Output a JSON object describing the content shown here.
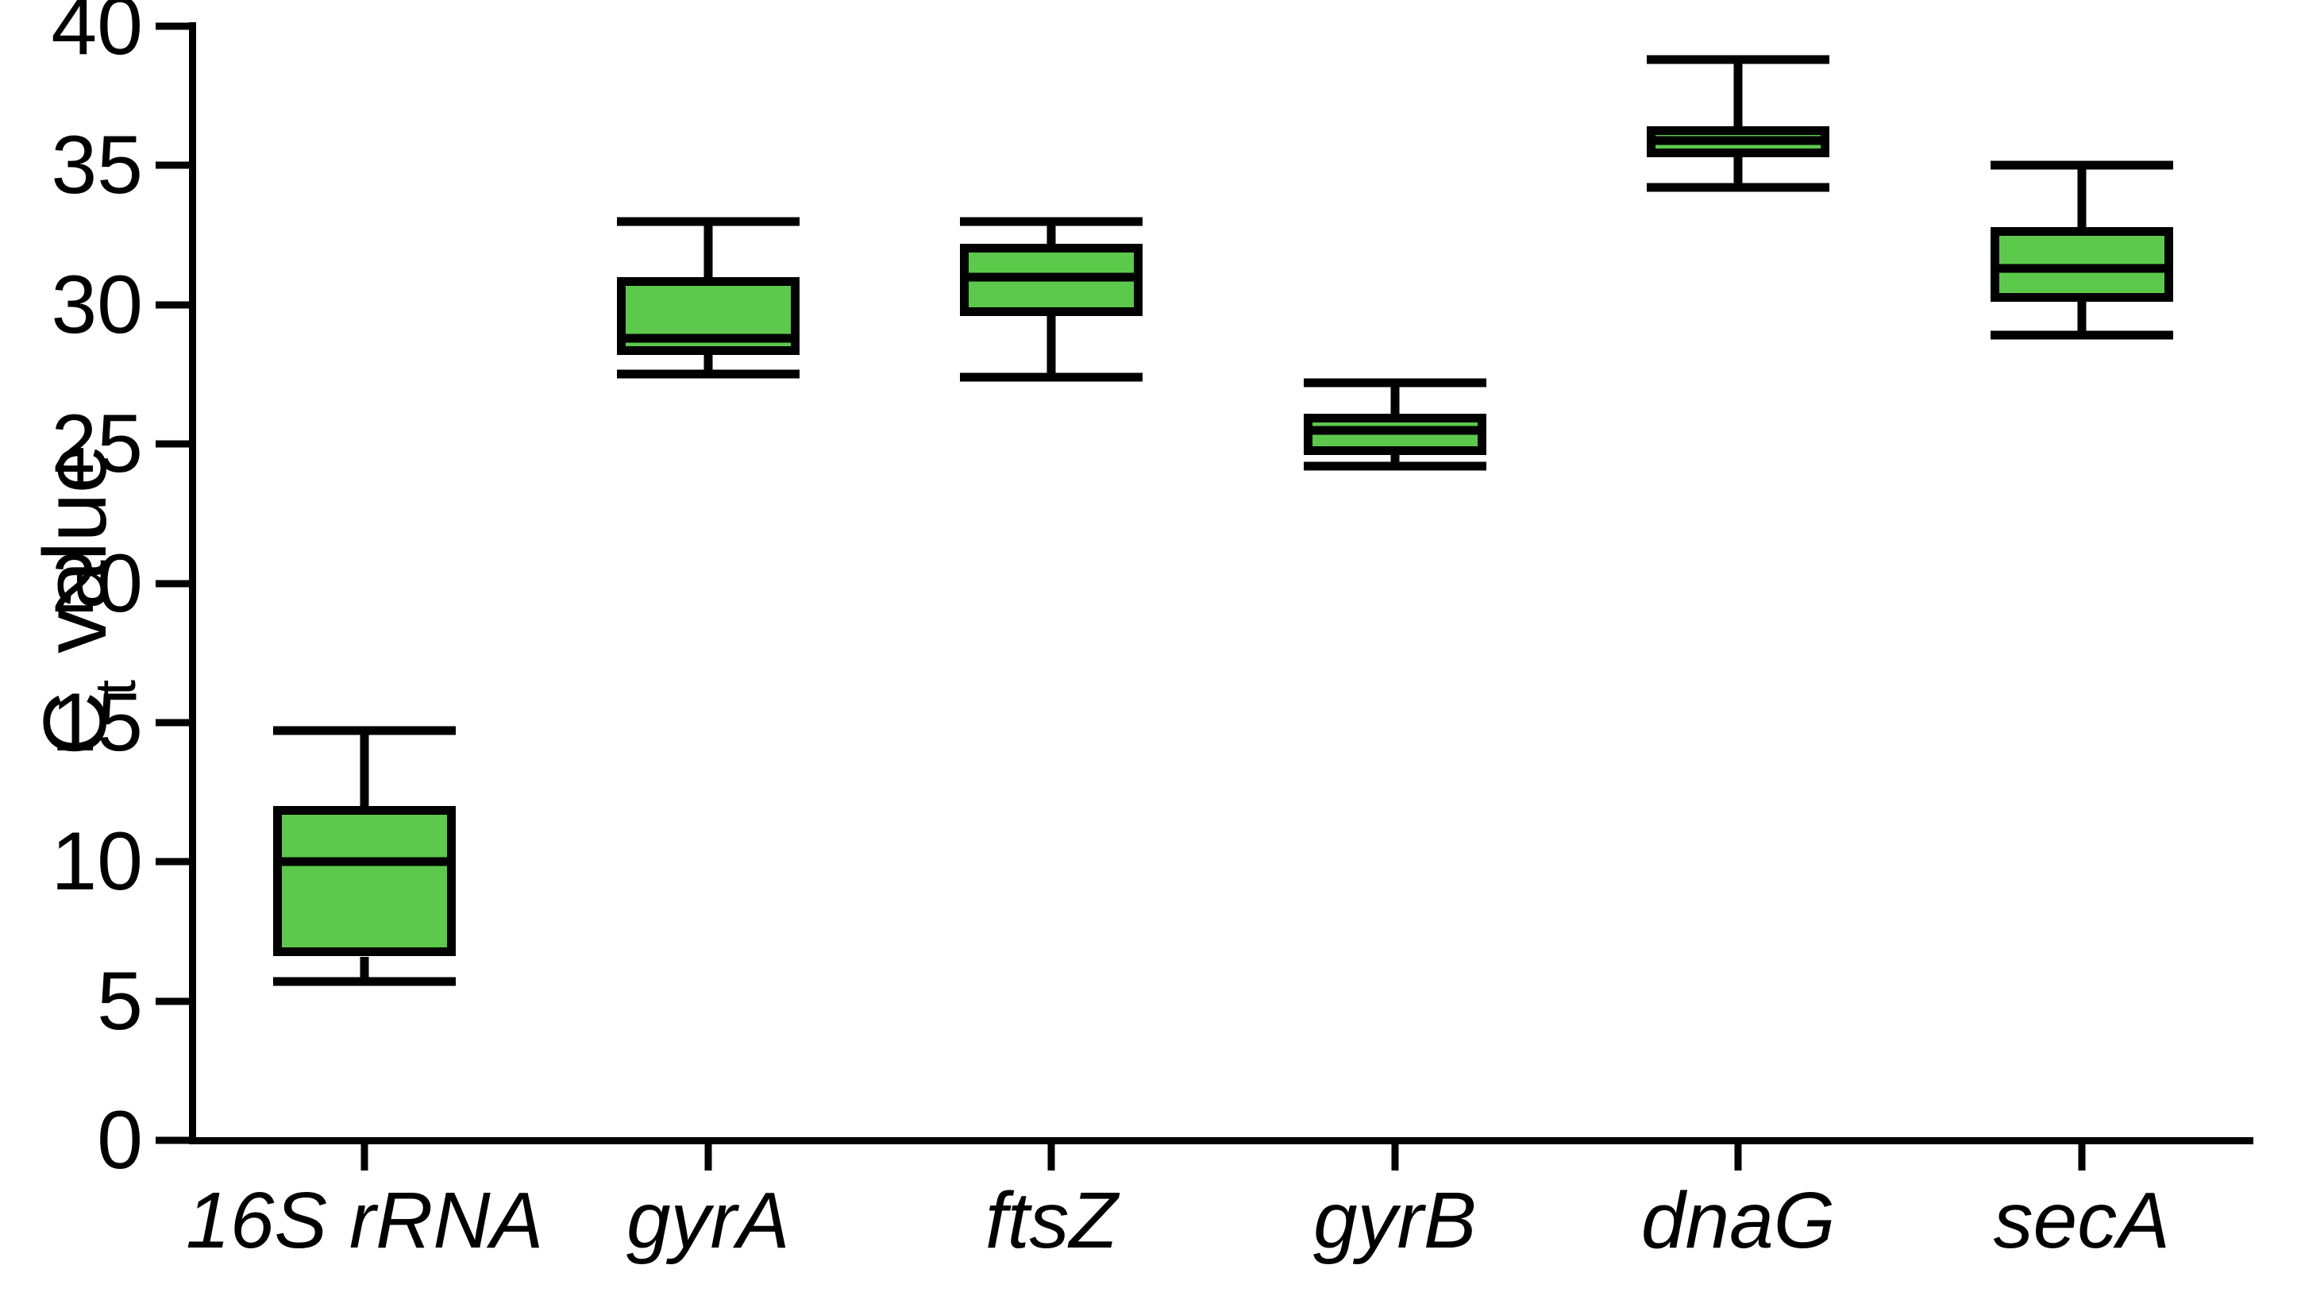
{
  "chart_data": {
    "type": "box",
    "title": "",
    "xlabel": "",
    "ylabel": "Ct value",
    "ylabel_base": "C",
    "ylabel_sub": "t",
    "ylabel_rest": " value",
    "ylim": [
      0,
      40
    ],
    "ytick_step": 5,
    "yticks": [
      0,
      5,
      10,
      15,
      20,
      25,
      30,
      35,
      40
    ],
    "ytick_labels": [
      "0",
      "5",
      "10",
      "15",
      "20",
      "25",
      "30",
      "35",
      "40"
    ],
    "grid": false,
    "legend": "none",
    "box_fill_color": "#5CC94C",
    "box_line_color": "#000000",
    "axis_color": "#000000",
    "background_color": "#FFFFFF",
    "categories": [
      "16S rRNA",
      "gyrA",
      "ftsZ",
      "gyrB",
      "dnaG",
      "secA"
    ],
    "category_style": "italic",
    "series": [
      {
        "name": "16S rRNA",
        "min": 5.7,
        "q1": 6.6,
        "median": 10.0,
        "q3": 12.0,
        "max": 14.7
      },
      {
        "name": "gyrA",
        "min": 27.5,
        "q1": 28.2,
        "median": 28.8,
        "q3": 31.0,
        "max": 33.0
      },
      {
        "name": "ftsZ",
        "min": 27.4,
        "q1": 29.6,
        "median": 31.0,
        "q3": 32.2,
        "max": 33.0
      },
      {
        "name": "gyrB",
        "min": 24.2,
        "q1": 24.6,
        "median": 25.5,
        "q3": 26.1,
        "max": 27.2
      },
      {
        "name": "dnaG",
        "min": 34.2,
        "q1": 35.3,
        "median": 35.9,
        "q3": 36.4,
        "max": 38.8
      },
      {
        "name": "secA",
        "min": 28.9,
        "q1": 30.1,
        "median": 31.3,
        "q3": 32.8,
        "max": 35.0
      }
    ]
  }
}
